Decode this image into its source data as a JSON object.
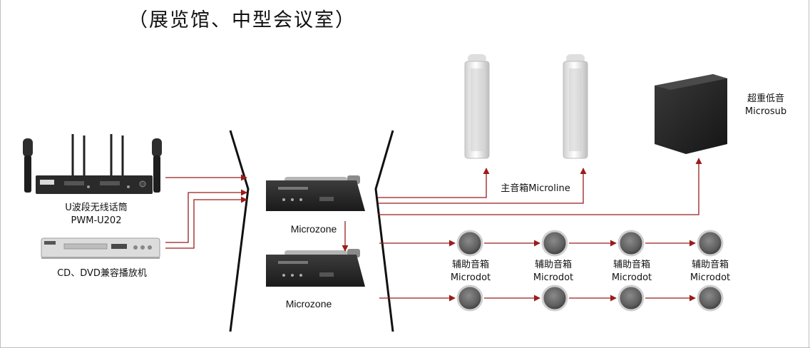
{
  "title": "（展览馆、中型会议室）",
  "devices": {
    "wireless_mic": {
      "line1": "U波段无线话筒",
      "line2": "PWM-U202"
    },
    "dvd_player": {
      "label": "CD、DVD兼容播放机"
    },
    "microzone_1": {
      "label": "Microzone"
    },
    "microzone_2": {
      "label": "Microzone"
    },
    "main_speakers": {
      "label": "主音箱Microline"
    },
    "subwoofer": {
      "line1": "超重低音",
      "line2": "Microsub"
    },
    "aux_speakers": [
      {
        "line1": "辅助音箱",
        "line2": "Microdot"
      },
      {
        "line1": "辅助音箱",
        "line2": "Microdot"
      },
      {
        "line1": "辅助音箱",
        "line2": "Microdot"
      },
      {
        "line1": "辅助音箱",
        "line2": "Microdot"
      }
    ]
  },
  "colors": {
    "signal_line": "#9b1c1c",
    "bracket": "#111111",
    "device_dark": "#2b2b2b",
    "speaker_white": "#eeeeee"
  }
}
